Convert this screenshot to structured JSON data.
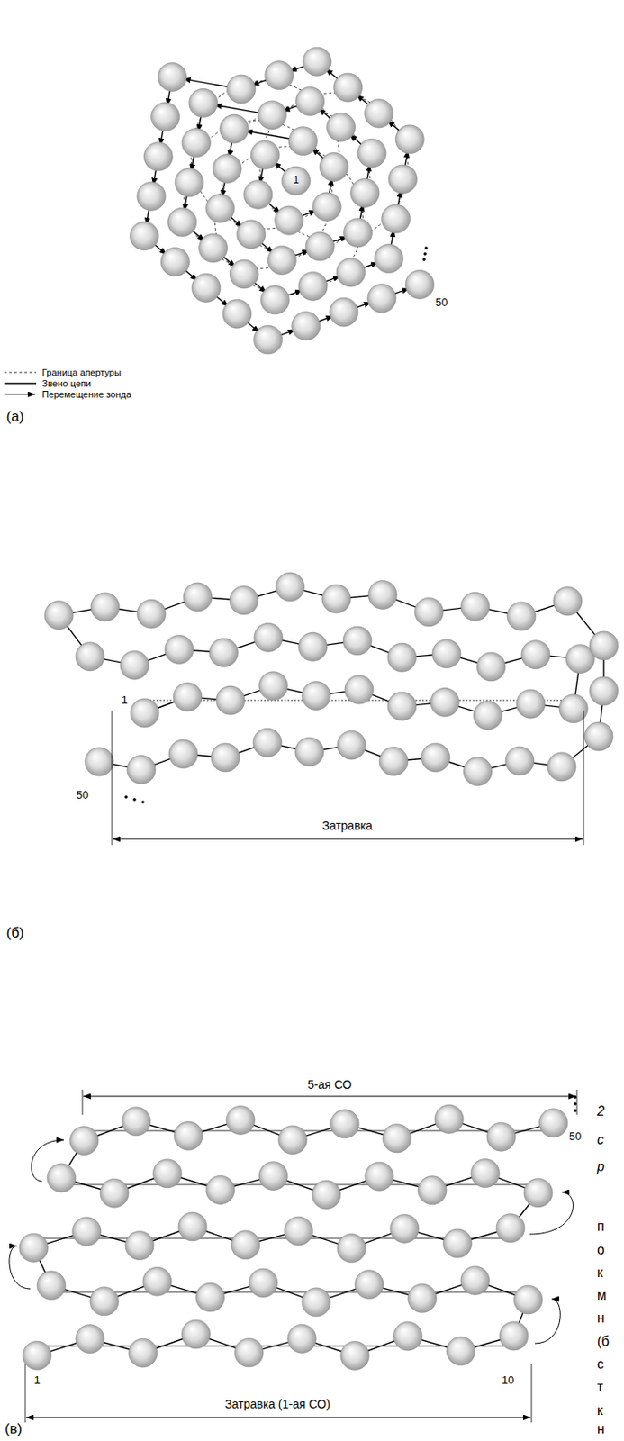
{
  "diagram": {
    "labels": [
      "1",
      "50",
      "(а)",
      "1",
      "50",
      "Затравка",
      "(б)",
      "5-ая СО",
      "50",
      "1",
      "10",
      "Затравка (1-ая СО)",
      "(в)",
      "2",
      "с",
      "р",
      "п",
      "о",
      "к",
      "м",
      "н",
      "(б",
      "с",
      "т",
      "к",
      "н"
    ],
    "legend": [
      {
        "text": "Граница апертуры"
      },
      {
        "text": "Звено цепи"
      },
      {
        "text": "Перемещение зонда"
      }
    ]
  }
}
